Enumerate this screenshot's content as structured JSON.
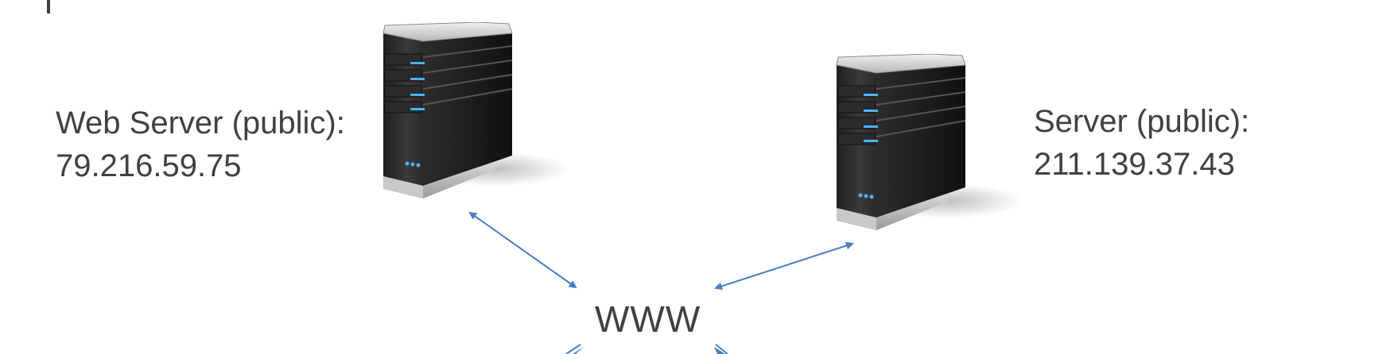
{
  "diagram": {
    "web_server": {
      "title": "Web Server (public):",
      "ip": "79.216.59.75",
      "icon": "server-tower-icon"
    },
    "remote_server": {
      "title": "Server (public):",
      "ip": "211.139.37.43",
      "icon": "server-tower-icon"
    },
    "internet": {
      "label": "WWW"
    },
    "colors": {
      "text": "#404040",
      "connector": "#4a7ec6",
      "led": "#48b4ff"
    }
  }
}
